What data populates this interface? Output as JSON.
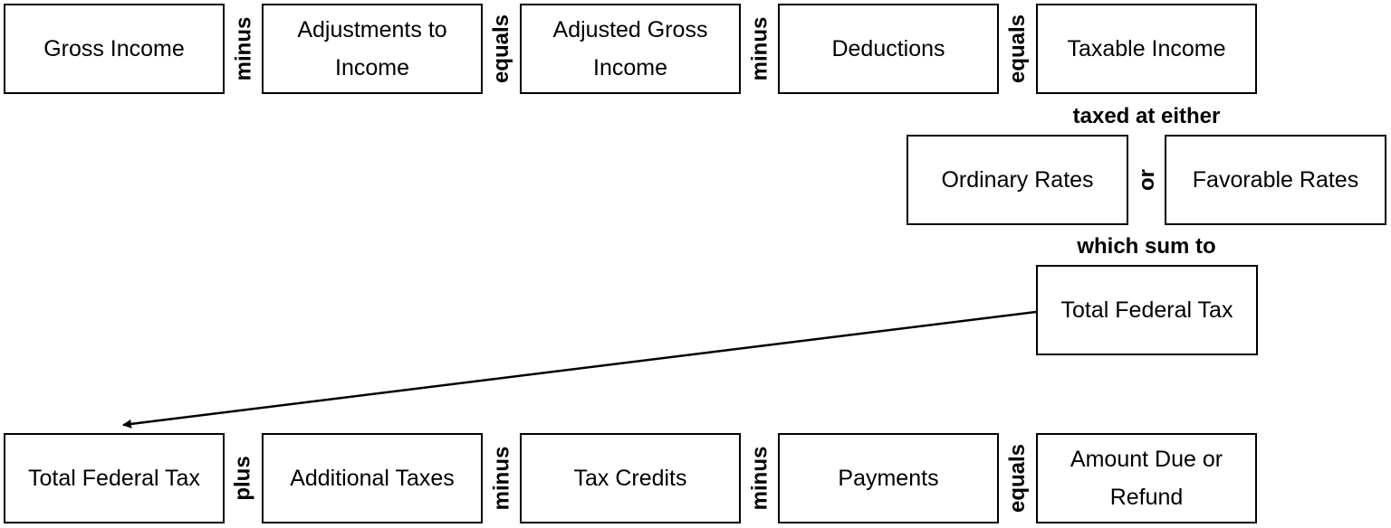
{
  "row1": {
    "gross_income": "Gross Income",
    "op1": "minus",
    "adjustments": "Adjustments to Income",
    "op2": "equals",
    "agi": "Adjusted Gross Income",
    "op3": "minus",
    "deductions": "Deductions",
    "op4": "equals",
    "taxable_income": "Taxable Income"
  },
  "labels": {
    "taxed_at_either": "taxed at either",
    "or": "or",
    "which_sum_to": "which sum to"
  },
  "rates": {
    "ordinary": "Ordinary Rates",
    "favorable": "Favorable Rates"
  },
  "total_federal_tax": "Total Federal Tax",
  "row2": {
    "total_federal_tax": "Total Federal Tax",
    "op1": "plus",
    "additional_taxes": "Additional Taxes",
    "op2": "minus",
    "tax_credits": "Tax Credits",
    "op3": "minus",
    "payments": "Payments",
    "op4": "equals",
    "amount_due": "Amount Due or Refund"
  },
  "colors": {
    "stroke": "#000000",
    "background": "#ffffff"
  }
}
